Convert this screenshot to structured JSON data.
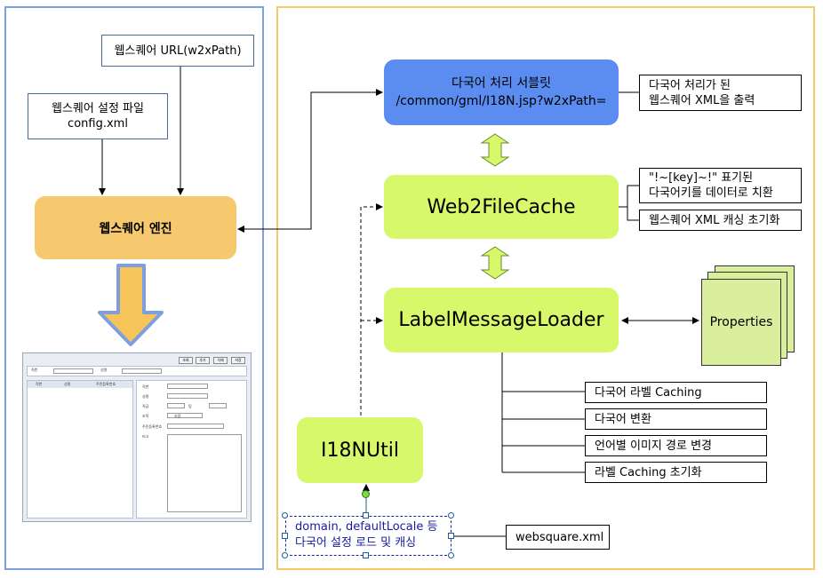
{
  "left_panel": {
    "url_box": "웹스퀘어 URL(w2xPath)",
    "config_box": [
      "웹스퀘어 설정 파일",
      "config.xml"
    ],
    "engine": "웹스퀘어 엔진",
    "mini_screen": {
      "buttons": [
        "조회",
        "추가",
        "삭제",
        "저장"
      ],
      "top_labels": [
        "직번",
        "성명"
      ],
      "list_headers": [
        "직번",
        "성명",
        "주민등록번호"
      ],
      "form_labels": [
        "직번",
        "성명",
        "직급",
        "조직",
        "주민등록번호",
        "비고"
      ],
      "form_extra": [
        "팀",
        "조장"
      ]
    }
  },
  "right_panel": {
    "servlet": [
      "다국어 처리 서블릿",
      "/common/gml/I18N.jsp?w2xPath="
    ],
    "servlet_note": [
      "다국어 처리가 된",
      "웹스퀘어 XML을 출력"
    ],
    "cache": "Web2FileCache",
    "cache_notes": [
      [
        "\"!~[key]~!\" 표기된",
        "다국어키를 데이터로 치환"
      ],
      [
        "웹스퀘어 XML 캐싱 초기화"
      ]
    ],
    "loader": "LabelMessageLoader",
    "properties": "Properties",
    "loader_notes": [
      "다국어 라벨 Caching",
      "다국어 변환",
      "언어별 이미지 경로 변경",
      "라벨 Caching 초기화"
    ],
    "util": "I18NUtil",
    "settings_box": [
      "domain, defaultLocale 등",
      "다국어 설정 로드 및 캐싱"
    ],
    "websquare_xml": "websquare.xml"
  }
}
